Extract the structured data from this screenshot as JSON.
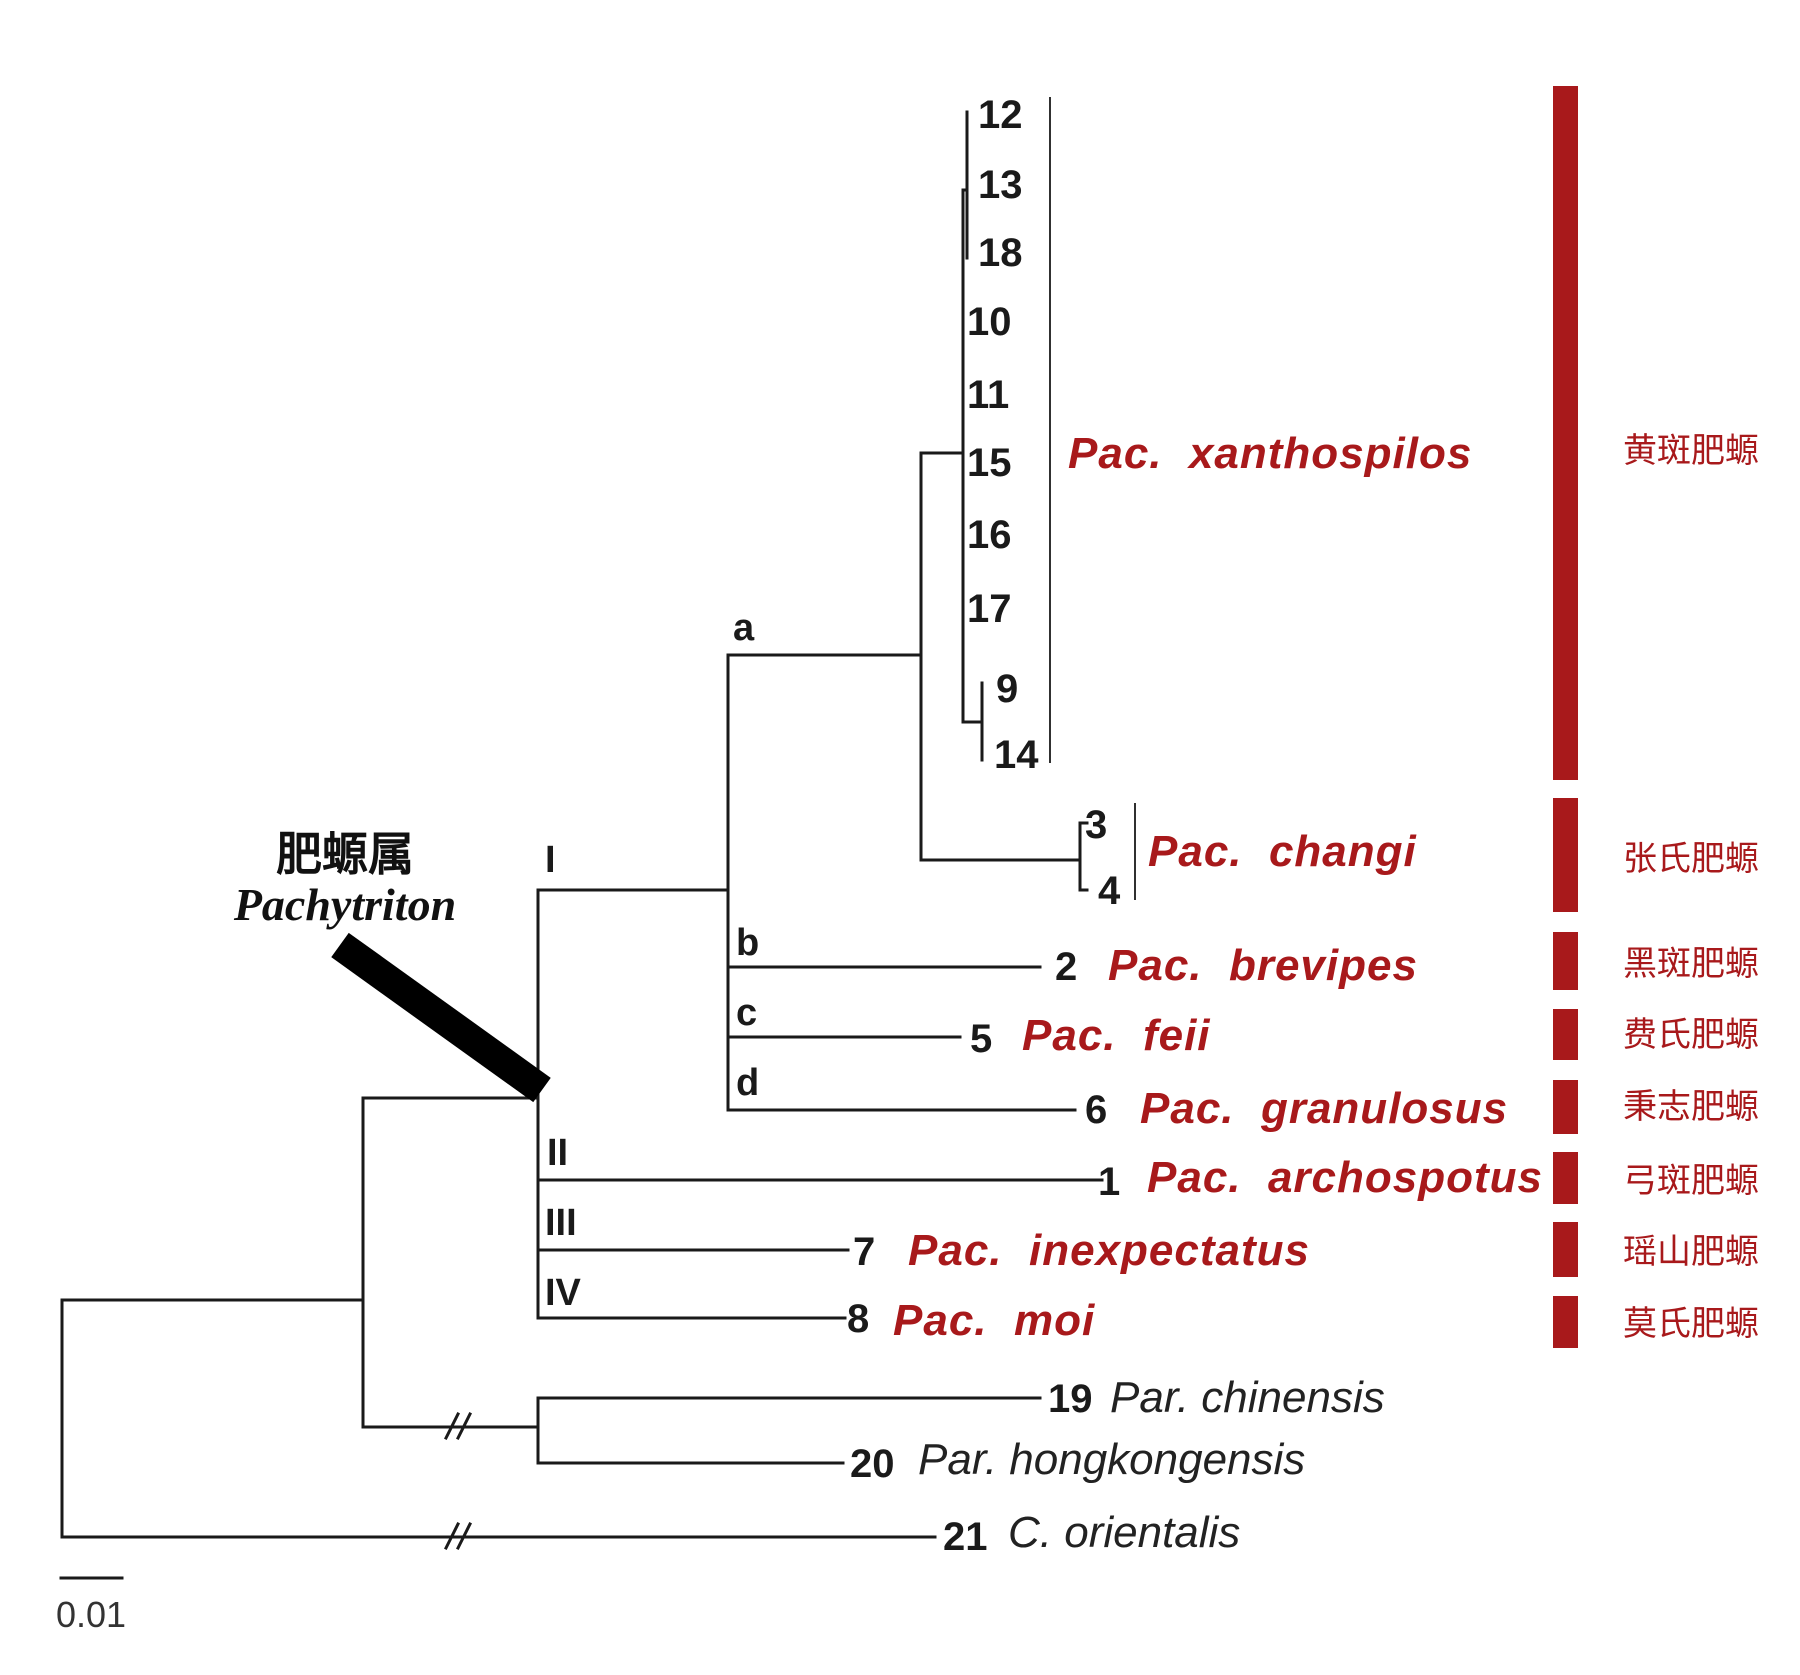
{
  "genus_label": {
    "chinese": "肥螈属",
    "latin": "Pachytriton"
  },
  "scale_bar": "0.01",
  "clades": {
    "a": "a",
    "b": "b",
    "c": "c",
    "d": "d",
    "I": "I",
    "II": "II",
    "III": "III",
    "IV": "IV"
  },
  "tips": {
    "t12": "12",
    "t13": "13",
    "t18": "18",
    "t10": "10",
    "t11": "11",
    "t15": "15",
    "t16": "16",
    "t17": "17",
    "t9": "9",
    "t14": "14",
    "t3": "3",
    "t4": "4",
    "t2": "2",
    "t5": "5",
    "t6": "6",
    "t1": "1",
    "t7": "7",
    "t8": "8",
    "t19": "19",
    "t20": "20",
    "t21": "21"
  },
  "species": {
    "xanthospilos": "Pac.  xanthospilos",
    "changi": "Pac.  changi",
    "brevipes": "Pac.  brevipes",
    "feii": "Pac.  feii",
    "granulosus": "Pac.  granulosus",
    "archospotus": "Pac.  archospotus",
    "inexpectatus": "Pac.  inexpectatus",
    "moi": "Pac.  moi",
    "chinensis": "Par. chinensis",
    "hongkongensis": "Par. hongkongensis",
    "orientalis": "C. orientalis"
  },
  "chinese_names": {
    "xanthospilos": "黄斑肥螈",
    "changi": "张氏肥螈",
    "brevipes": "黑斑肥螈",
    "feii": "费氏肥螈",
    "granulosus": "秉志肥螈",
    "archospotus": "弓斑肥螈",
    "inexpectatus": "瑶山肥螈",
    "moi": "莫氏肥螈"
  },
  "colors": {
    "highlight": "#a8191b",
    "line": "#1a1a1a"
  }
}
